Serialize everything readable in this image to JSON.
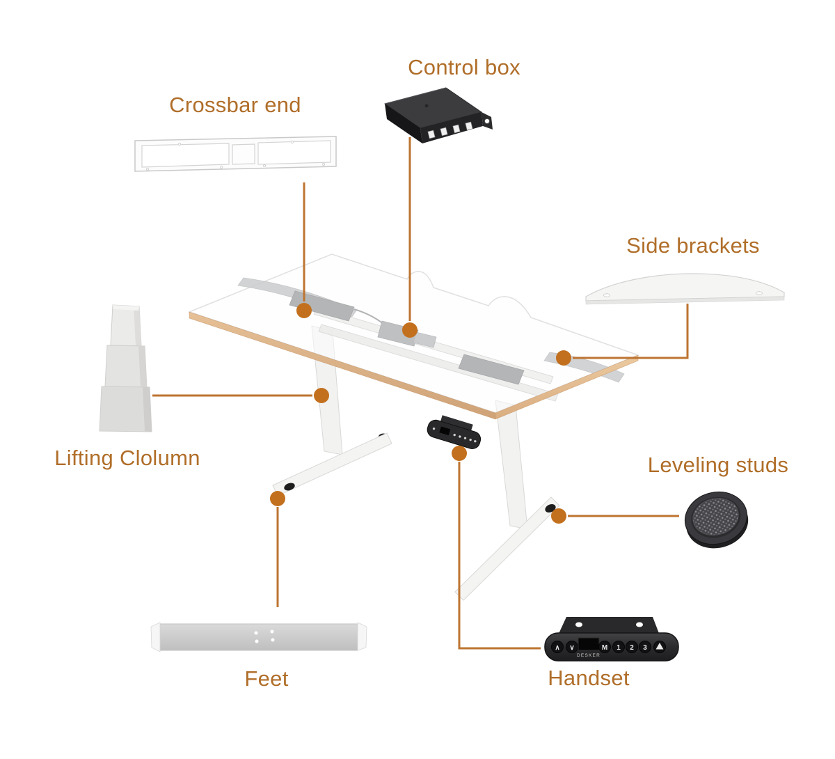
{
  "diagram": {
    "background": "#ffffff",
    "accent": {
      "label_color": "#b06e29",
      "connector_line_color": "#bd7431",
      "connector_dot_color": "#c2701e",
      "wood_edge_color": "#d9ad80"
    },
    "labels": {
      "control_box": "Control box",
      "crossbar_end": "Crossbar end",
      "side_brackets": "Side brackets",
      "lifting_column": "Lifting Clolumn",
      "leveling_studs": "Leveling studs",
      "feet": "Feet",
      "handset": "Handset"
    },
    "handset": {
      "brand": "DESKER",
      "buttons": [
        "∧",
        "∨",
        "M",
        "1",
        "2",
        "3"
      ],
      "last_button_icon": "alarm-triangle"
    }
  }
}
